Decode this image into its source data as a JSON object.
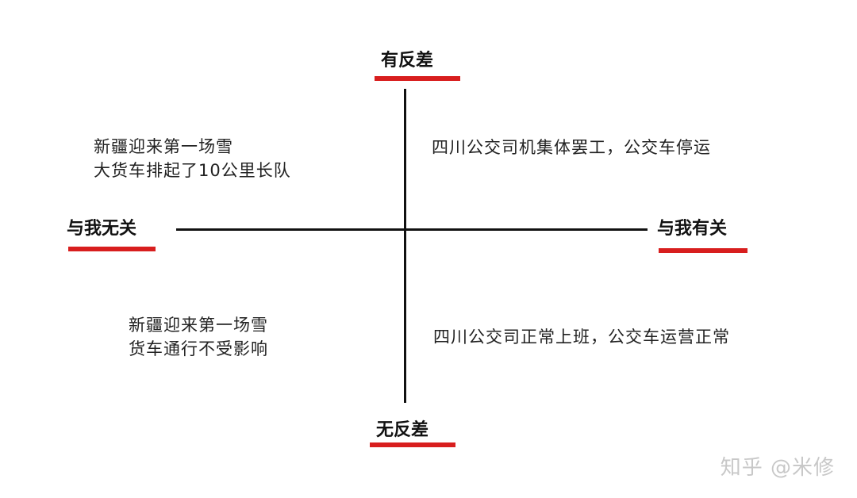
{
  "axes": {
    "top": "有反差",
    "bottom": "无反差",
    "left": "与我无关",
    "right": "与我有关"
  },
  "quadrants": {
    "top_left": [
      "新疆迎来第一场雪",
      "大货车排起了10公里长队"
    ],
    "top_right": [
      "四川公交司机集体罢工，公交车停运"
    ],
    "bottom_left": [
      "新疆迎来第一场雪",
      "货车通行不受影响"
    ],
    "bottom_right": [
      "四川公交司正常上班，公交车运营正常"
    ]
  },
  "watermark": "知乎 @米修",
  "colors": {
    "underline": "#d81e1e",
    "axis": "#111111"
  }
}
